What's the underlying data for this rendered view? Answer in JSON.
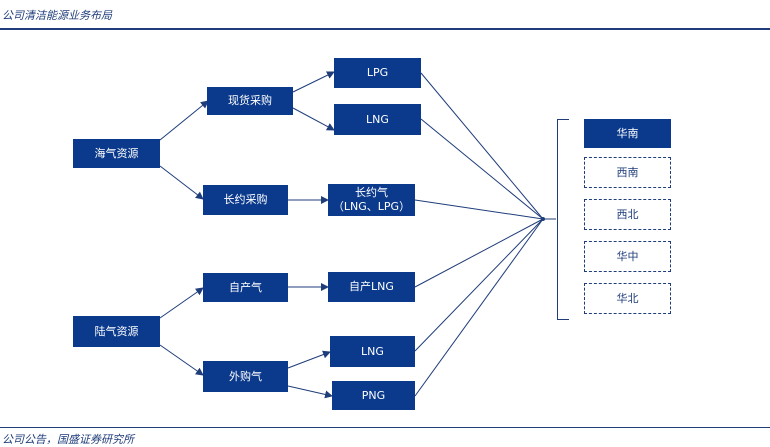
{
  "header": {
    "title": "公司清洁能源业务布局"
  },
  "footer": {
    "source": "公司公告，国盛证券研究所"
  },
  "diagram": {
    "sources": {
      "sea": "海气资源",
      "land": "陆气资源"
    },
    "channels": {
      "spot": "现货采购",
      "long_term": "长约采购",
      "self_produced": "自产气",
      "purchased": "外购气"
    },
    "products": {
      "lpg": "LPG",
      "lng_top": "LNG",
      "long_term_gas": "长约气\n（LNG、LPG）",
      "self_lng": "自产LNG",
      "lng_bottom": "LNG",
      "png": "PNG"
    },
    "regions": [
      "华南",
      "西南",
      "西北",
      "华中",
      "华北"
    ]
  },
  "colors": {
    "primary": "#0b3a8c",
    "line": "#1f3d7a",
    "background": "#ffffff"
  }
}
